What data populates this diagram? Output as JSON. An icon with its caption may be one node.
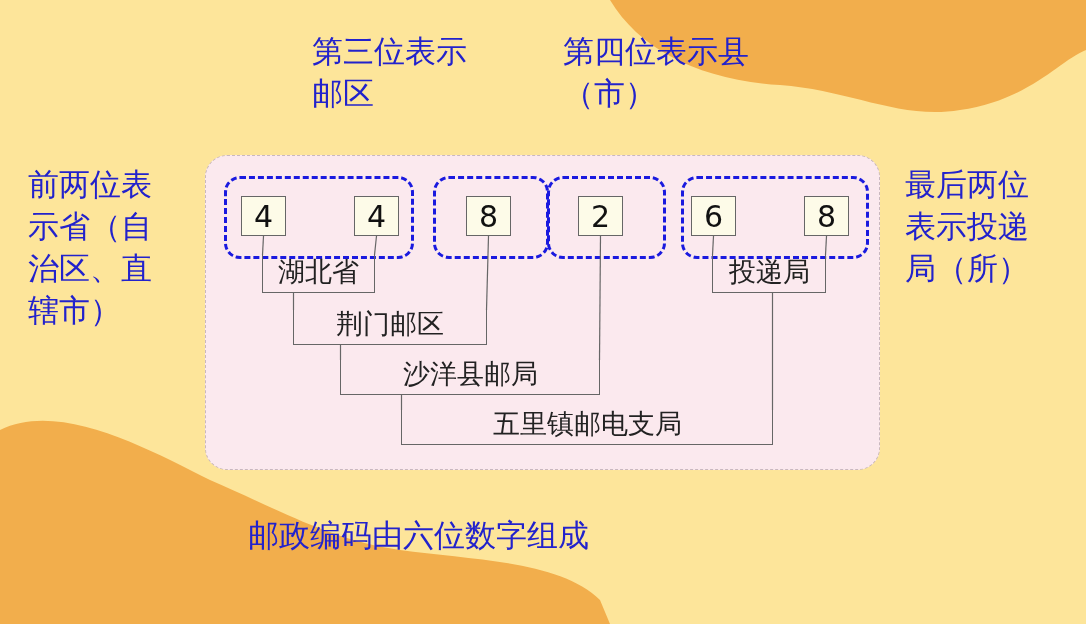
{
  "diagram": {
    "caption": "邮政编码由六位数字组成",
    "nodes": [
      {
        "text": [],
        "shape": "box"
      },
      {
        "text": [],
        "shape": "box",
        "in": 0
      },
      {
        "text": [],
        "shape": "box",
        "in": 0
      },
      {
        "text": [],
        "shape": "box",
        "in": 0
      },
      {
        "text": [],
        "shape": "box",
        "in": 0
      },
      {
        "text": [
          "4"
        ],
        "in": 1
      },
      {
        "text": [
          "4"
        ],
        "in": 1
      },
      {
        "text": [
          "8"
        ],
        "in": 2
      },
      {
        "text": [
          "2"
        ],
        "in": 3
      },
      {
        "text": [
          "6"
        ],
        "in": 4
      },
      {
        "text": [
          "8"
        ],
        "in": 4
      },
      {
        "text": [
          "湖北省"
        ],
        "in": 0
      },
      {
        "text": [
          "投递局"
        ],
        "in": 0
      },
      {
        "text": [
          "荆门邮区"
        ],
        "in": 0
      },
      {
        "text": [
          "沙洋县邮局"
        ],
        "in": 0
      },
      {
        "text": [
          "五里镇邮电支局"
        ],
        "in": 0
      }
    ],
    "edges": [
      {
        "from": 5,
        "to": 11,
        "arrow": "none"
      },
      {
        "from": 6,
        "to": 11,
        "arrow": "none"
      },
      {
        "from": 9,
        "to": 12,
        "arrow": "none"
      },
      {
        "from": 10,
        "to": 12,
        "arrow": "none"
      },
      {
        "from": 11,
        "to": 13,
        "arrow": "none"
      },
      {
        "from": 7,
        "to": 13,
        "arrow": "none"
      },
      {
        "from": 13,
        "to": 14,
        "arrow": "none"
      },
      {
        "from": 8,
        "to": 14,
        "arrow": "none"
      },
      {
        "from": 14,
        "to": 15,
        "arrow": "none"
      },
      {
        "from": 12,
        "to": 15,
        "arrow": "none"
      }
    ],
    "labels": [
      "第三位表示邮区",
      "第四位表示县（市）",
      "前两位表示省（自治区、直辖市）",
      "最后两位表示投递局（所）"
    ]
  }
}
